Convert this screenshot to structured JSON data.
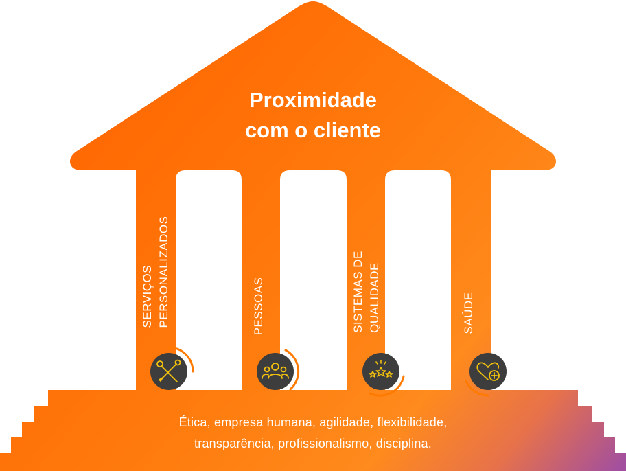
{
  "title": {
    "line1": "Proximidade",
    "line2": "com o cliente"
  },
  "pillars": [
    {
      "lines": [
        "SERVIÇOS",
        "PERSONALIZADOS"
      ],
      "icon": "tools-icon"
    },
    {
      "lines": [
        "PESSOAS"
      ],
      "icon": "people-icon"
    },
    {
      "lines": [
        "SISTEMAS DE",
        "QUALIDADE"
      ],
      "icon": "stars-icon"
    },
    {
      "lines": [
        "SAÚDE"
      ],
      "icon": "heart-health-icon"
    }
  ],
  "base": {
    "line1": "Ética,  empresa humana, agilidade, flexibilidade,",
    "line2": "transparência, profissionalismo, disciplina."
  },
  "colors": {
    "orange_dark": "#ff6a00",
    "orange_light": "#ff8f1a",
    "purple": "#a44fa0",
    "icon_circle": "#3d3d3d",
    "icon_stroke": "#f4c20d",
    "ring_accent": "#ff7a00"
  }
}
